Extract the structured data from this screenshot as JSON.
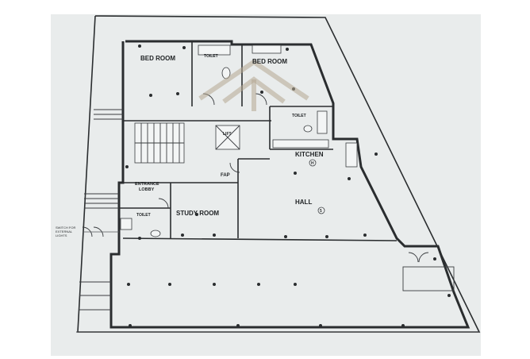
{
  "plan": {
    "rooms": {
      "bed_room_1": "BED ROOM",
      "bed_room_2": "BED ROOM",
      "toilet_1": "TOILET",
      "toilet_2": "TOILET",
      "toilet_3": "TOILET",
      "kitchen": "KITCHEN",
      "lift": "LIFT",
      "entrance_lobby_line1": "ENTRANCE",
      "entrance_lobby_line2": "LOBBY",
      "study_room": "STUDY ROOM",
      "hall": "HALL",
      "fap": "FAP"
    },
    "notes": {
      "switch_line1": "SWITCH FOR",
      "switch_line2": "EXTERNAL",
      "switch_line3": "LIGHTS"
    },
    "markers": {
      "hall_circle": "5",
      "kitchen_circle": "H"
    }
  }
}
